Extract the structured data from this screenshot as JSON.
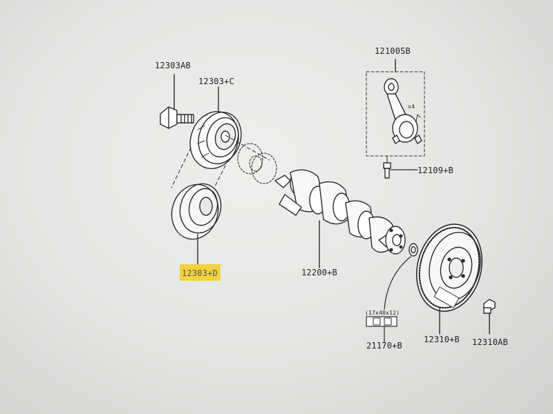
{
  "labels": {
    "bolt_pulley": "12303AB",
    "pulley_upper": "12303+C",
    "pulley_lower": "12303+D",
    "connecting_rod": "12100SB",
    "rod_bolt": "12109+B",
    "crankshaft": "12200+B",
    "flywheel": "12310+B",
    "flywheel_bolt": "12310AB",
    "bushing": "21170+B",
    "bushing_dims": "(17x40x12)",
    "rod_qty": "x4"
  },
  "highlight": {
    "target": "pulley_lower",
    "color": "#f3d23c"
  }
}
